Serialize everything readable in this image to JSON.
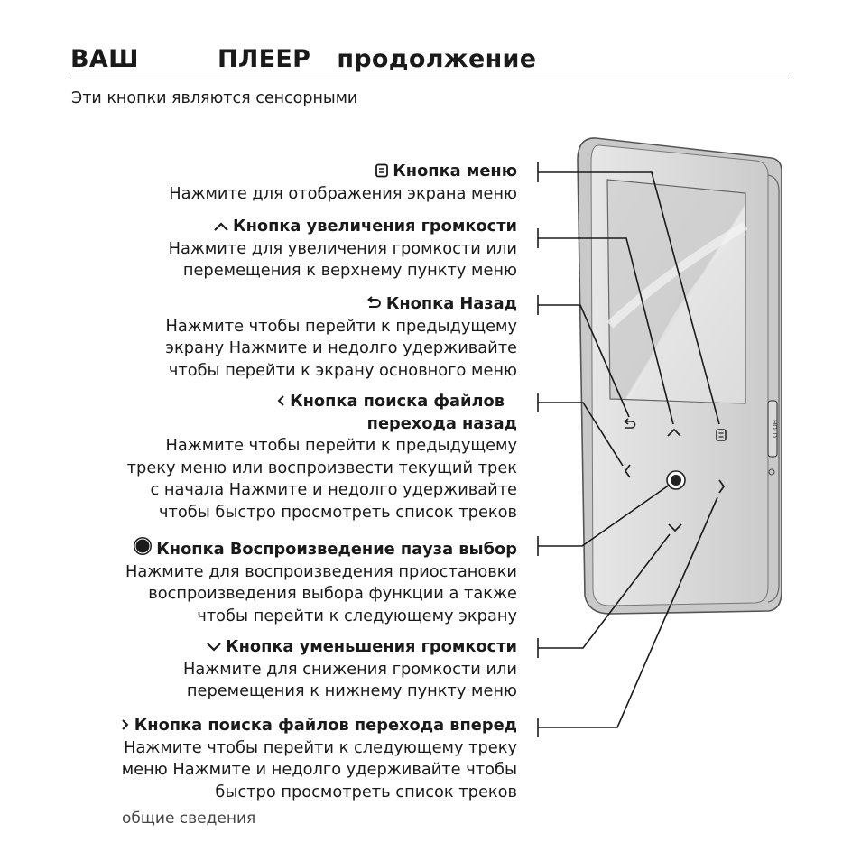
{
  "header": {
    "title": "ВАШ         ПЛЕЕР   продолжение",
    "subtitle": "Эти кнопки являются сенсорными"
  },
  "items": [
    {
      "icon": "menu-icon",
      "heading": "Кнопка меню",
      "lines": [
        "Нажмите для отображения экрана меню"
      ]
    },
    {
      "icon": "volume-up-icon",
      "heading": "Кнопка увеличения громкости",
      "lines": [
        "Нажмите для увеличения громкости или",
        "перемещения к верхнему пункту меню"
      ]
    },
    {
      "icon": "back-icon",
      "heading": "Кнопка Назад",
      "lines": [
        "Нажмите  чтобы перейти к предыдущему",
        "экрану  Нажмите и недолго удерживайте",
        "чтобы перейти к экрану основного меню"
      ]
    },
    {
      "icon": "chevron-left-icon",
      "heading": "Кнопка поиска файлов",
      "heading2": "перехода назад",
      "lines": [
        "Нажмите  чтобы перейти к предыдущему",
        "треку меню или воспроизвести текущий трек",
        "с начала  Нажмите и недолго удерживайте",
        "чтобы быстро просмотреть список треков"
      ]
    },
    {
      "icon": "play-pause-select-icon",
      "heading": "Кнопка  Воспроизведение  пауза  выбор",
      "lines": [
        "Нажмите для воспроизведения приостановки",
        "воспроизведения  выбора функции  а также",
        "чтобы перейти к следующему экрану"
      ]
    },
    {
      "icon": "volume-down-icon",
      "heading": "Кнопка уменьшения громкости",
      "lines": [
        "Нажмите для снижения громкости или",
        "перемещения к нижнему пункту меню"
      ]
    },
    {
      "icon": "chevron-right-icon",
      "heading": "Кнопка поиска файлов  перехода вперед",
      "lines": [
        "Нажмите  чтобы перейти к следующему треку",
        "меню  Нажмите и недолго удерживайте  чтобы",
        "быстро просмотреть список треков"
      ]
    }
  ],
  "device": {
    "side_label": "HOLD",
    "hold_icon": "hold-switch-icon"
  },
  "footer": {
    "text": "общие сведения"
  }
}
